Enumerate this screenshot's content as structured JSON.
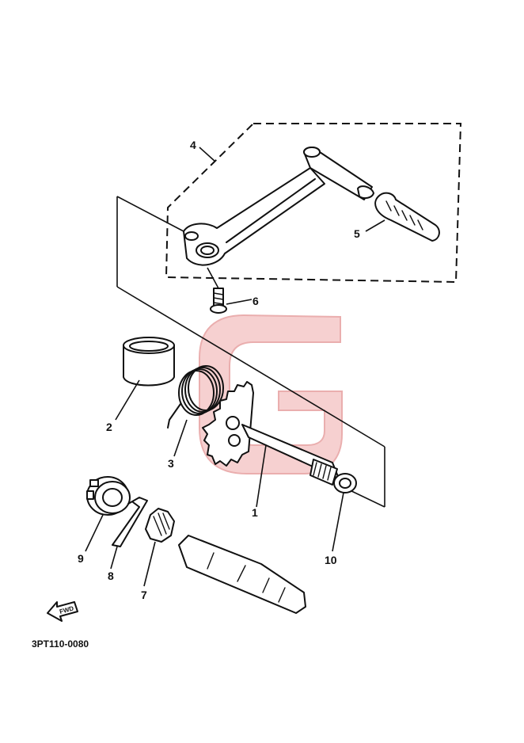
{
  "diagram_code": "3PT110-0080",
  "fwd_label": "FWD",
  "callouts": [
    {
      "id": "c1",
      "label": "1"
    },
    {
      "id": "c2",
      "label": "2"
    },
    {
      "id": "c3",
      "label": "3"
    },
    {
      "id": "c4",
      "label": "4"
    },
    {
      "id": "c5",
      "label": "5"
    },
    {
      "id": "c6",
      "label": "6"
    },
    {
      "id": "c7",
      "label": "7"
    },
    {
      "id": "c8",
      "label": "8"
    },
    {
      "id": "c9",
      "label": "9"
    },
    {
      "id": "c10",
      "label": "10"
    }
  ],
  "colors": {
    "ink": "#111111",
    "watermark": "#f4c4c4",
    "watermark_edge": "#e8a0a0"
  }
}
